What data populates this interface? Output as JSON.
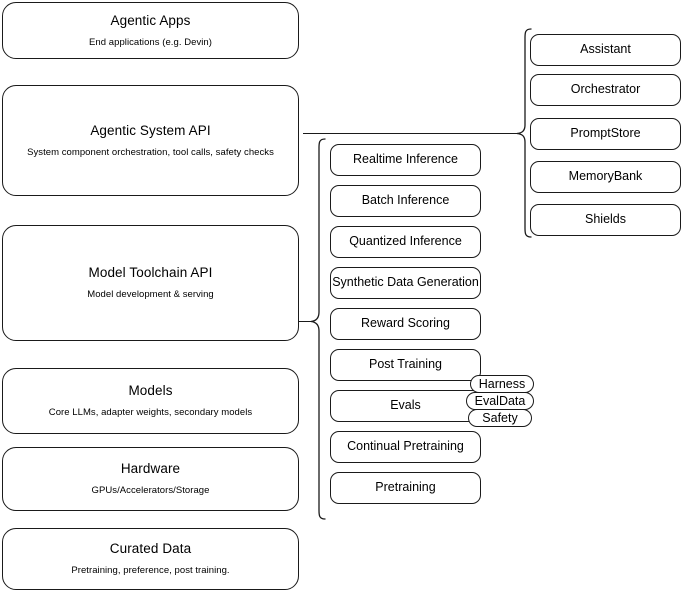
{
  "diagram": {
    "title": "Llama Stack layered architecture diagram",
    "stroke_color": "#1a1a1a",
    "background_color": "#ffffff"
  },
  "left_stack": {
    "name": "core-layers",
    "items": [
      {
        "title": "Agentic Apps",
        "subtitle": "End applications (e.g. Devin)"
      },
      {
        "title": "Agentic System API",
        "subtitle": "System component orchestration, tool calls, safety checks"
      },
      {
        "title": "Model Toolchain API",
        "subtitle": "Model development & serving"
      },
      {
        "title": "Models",
        "subtitle": "Core LLMs, adapter weights, secondary models"
      },
      {
        "title": "Hardware",
        "subtitle": "GPUs/Accelerators/Storage"
      },
      {
        "title": "Curated Data",
        "subtitle": "Pretraining, preference, post training."
      }
    ]
  },
  "toolchain_column": {
    "name": "model-toolchain-api-capabilities",
    "items": [
      {
        "label": "Realtime Inference"
      },
      {
        "label": "Batch Inference"
      },
      {
        "label": "Quantized Inference"
      },
      {
        "label": "Synthetic Data Generation"
      },
      {
        "label": "Reward Scoring"
      },
      {
        "label": "Post Training"
      },
      {
        "label": "Evals"
      },
      {
        "label": "Continual Pretraining"
      },
      {
        "label": "Pretraining"
      }
    ]
  },
  "evals_badges": {
    "name": "evals-subcomponents",
    "items": [
      {
        "label": "Harness"
      },
      {
        "label": "EvalData"
      },
      {
        "label": "Safety"
      }
    ]
  },
  "agentic_column": {
    "name": "agentic-system-api-components",
    "items": [
      {
        "label": "Assistant"
      },
      {
        "label": "Orchestrator"
      },
      {
        "label": "PromptStore"
      },
      {
        "label": "MemoryBank"
      },
      {
        "label": "Shields"
      }
    ]
  }
}
